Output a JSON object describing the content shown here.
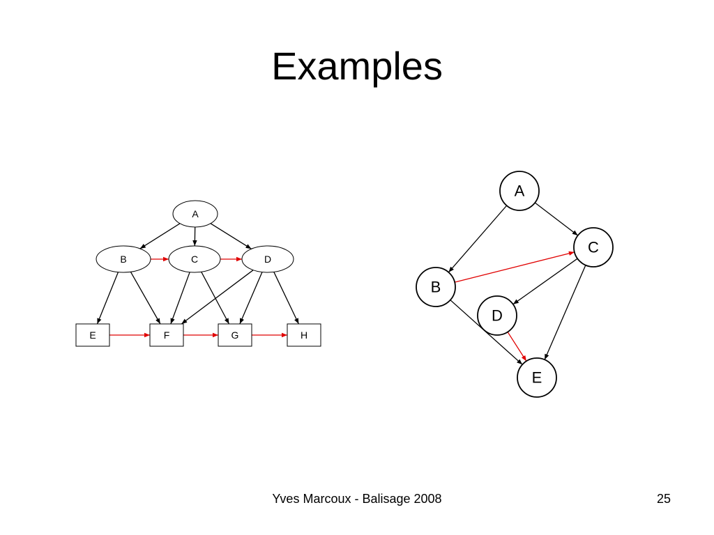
{
  "slide": {
    "title": "Examples",
    "footer": "Yves Marcoux - Balisage 2008",
    "page_number": "25"
  },
  "colors": {
    "edge": "#000000",
    "highlight_edge": "#e00000",
    "node_stroke": "#000000",
    "node_fill": "#ffffff"
  },
  "left_graph": {
    "nodes": [
      {
        "id": "A",
        "label": "A",
        "shape": "ellipse"
      },
      {
        "id": "B",
        "label": "B",
        "shape": "ellipse"
      },
      {
        "id": "C",
        "label": "C",
        "shape": "ellipse"
      },
      {
        "id": "D",
        "label": "D",
        "shape": "ellipse"
      },
      {
        "id": "E",
        "label": "E",
        "shape": "box"
      },
      {
        "id": "F",
        "label": "F",
        "shape": "box"
      },
      {
        "id": "G",
        "label": "G",
        "shape": "box"
      },
      {
        "id": "H",
        "label": "H",
        "shape": "box"
      }
    ],
    "edges": [
      {
        "from": "A",
        "to": "B",
        "highlight": false
      },
      {
        "from": "A",
        "to": "C",
        "highlight": false
      },
      {
        "from": "A",
        "to": "D",
        "highlight": false
      },
      {
        "from": "B",
        "to": "C",
        "highlight": true
      },
      {
        "from": "C",
        "to": "D",
        "highlight": true
      },
      {
        "from": "B",
        "to": "E",
        "highlight": false
      },
      {
        "from": "B",
        "to": "F",
        "highlight": false
      },
      {
        "from": "C",
        "to": "F",
        "highlight": false
      },
      {
        "from": "C",
        "to": "G",
        "highlight": false
      },
      {
        "from": "D",
        "to": "F",
        "highlight": false
      },
      {
        "from": "D",
        "to": "G",
        "highlight": false
      },
      {
        "from": "D",
        "to": "H",
        "highlight": false
      },
      {
        "from": "E",
        "to": "F",
        "highlight": true
      },
      {
        "from": "F",
        "to": "G",
        "highlight": true
      },
      {
        "from": "G",
        "to": "H",
        "highlight": true
      }
    ]
  },
  "right_graph": {
    "nodes": [
      {
        "id": "A",
        "label": "A",
        "shape": "circle"
      },
      {
        "id": "B",
        "label": "B",
        "shape": "circle"
      },
      {
        "id": "C",
        "label": "C",
        "shape": "circle"
      },
      {
        "id": "D",
        "label": "D",
        "shape": "circle"
      },
      {
        "id": "E",
        "label": "E",
        "shape": "circle"
      }
    ],
    "edges": [
      {
        "from": "A",
        "to": "B",
        "highlight": false
      },
      {
        "from": "A",
        "to": "C",
        "highlight": false
      },
      {
        "from": "B",
        "to": "C",
        "highlight": true
      },
      {
        "from": "C",
        "to": "D",
        "highlight": false
      },
      {
        "from": "C",
        "to": "E",
        "highlight": false
      },
      {
        "from": "B",
        "to": "E",
        "highlight": false
      },
      {
        "from": "D",
        "to": "E",
        "highlight": true
      }
    ]
  }
}
